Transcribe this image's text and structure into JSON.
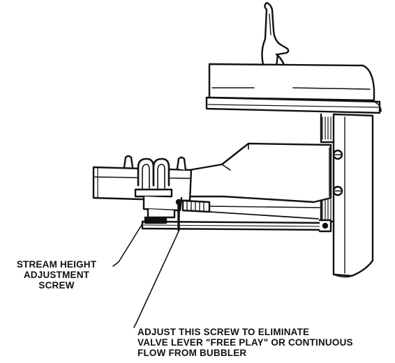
{
  "colors": {
    "ink": "#111111",
    "paper": "#ffffff"
  },
  "diagram": {
    "components": [
      "bubbler-spout",
      "push-button",
      "bowl-top",
      "valve-housing",
      "mounting-bracket",
      "wall-plate",
      "valve-lever",
      "stream-height-adjustment-screw",
      "free-play-adjustment-screw"
    ]
  },
  "callouts": {
    "stream_height": {
      "lines": [
        "STREAM HEIGHT",
        "ADJUSTMENT",
        "SCREW"
      ]
    },
    "free_play": {
      "lines": [
        "ADJUST THIS SCREW TO ELIMINATE",
        "VALVE LEVER \"FREE PLAY\" OR CONTINUOUS",
        "FLOW FROM BUBBLER"
      ]
    }
  }
}
